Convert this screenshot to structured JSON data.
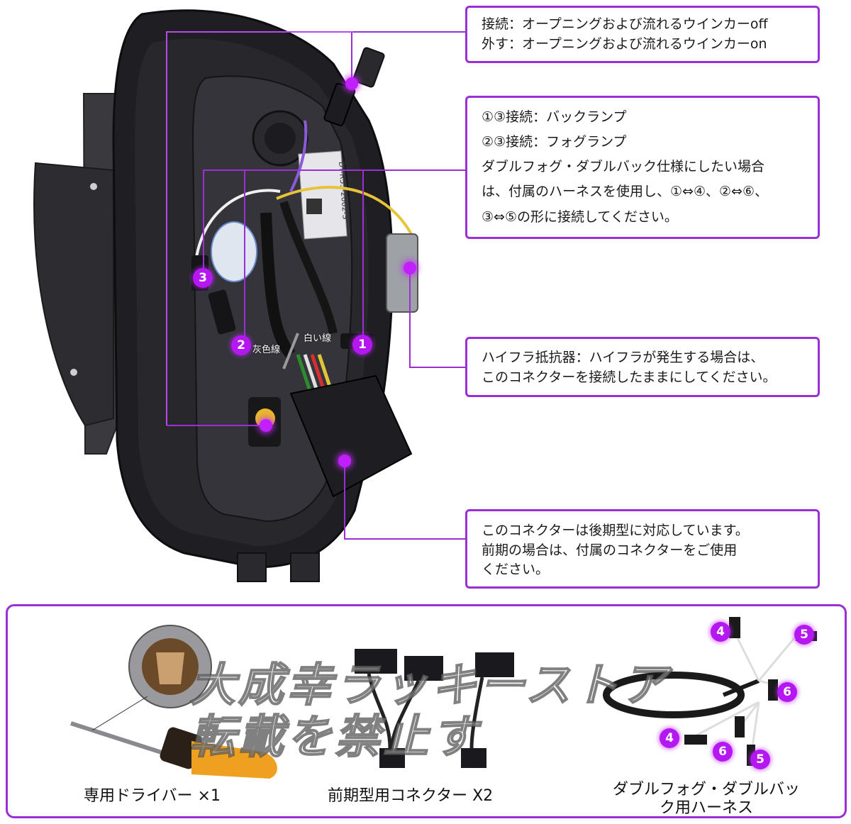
{
  "callouts": {
    "connector_sequential": {
      "lines": [
        "接続：オープニングおよび流れるウインカーoff",
        "外す：オープニングおよび流れるウインカーon"
      ]
    },
    "back_fog": {
      "lines": [
        "①③接続：バックランプ",
        "②③接続：フォグランプ",
        "ダブルフォグ・ダブルバック仕様にしたい場合",
        "は、付属のハーネスを使用し、①⇔④、②⇔⑥、",
        "③⇔⑤の形に接続してください。"
      ]
    },
    "hyper_flash": {
      "lines": [
        "ハイフラ抵抗器：ハイフラが発生する場合は、",
        "このコネクターを接続したままにしてください。"
      ]
    },
    "late_model": {
      "lines": [
        "このコネクターは後期型に対応しています。",
        "前期の場合は、付属のコネクターをご使用",
        "ください。"
      ]
    }
  },
  "wire_badges": {
    "b1": "1",
    "b2": "2",
    "b3": "3"
  },
  "wire_labels": {
    "gray": "灰色線",
    "white": "白い線"
  },
  "product_text": {
    "sticker_model": "DY-R55-2002-S"
  },
  "accessories": {
    "driver": "専用ドライバー ×1",
    "connector": "前期型用コネクター X2",
    "harness_line1": "ダブルフォグ・ダブルバッ",
    "harness_line2": "ク用ハーネス"
  },
  "harness_badges": {
    "b4a": "4",
    "b5a": "5",
    "b6a": "6",
    "b4b": "4",
    "b6b": "6",
    "b5b": "5"
  },
  "watermark": {
    "line1": "大成幸ラッキーストア",
    "line2": "転載を禁止す"
  },
  "colors": {
    "accent": "#9b2fd6",
    "badge": "#b517f0",
    "screwdriver": "#f0a020"
  }
}
